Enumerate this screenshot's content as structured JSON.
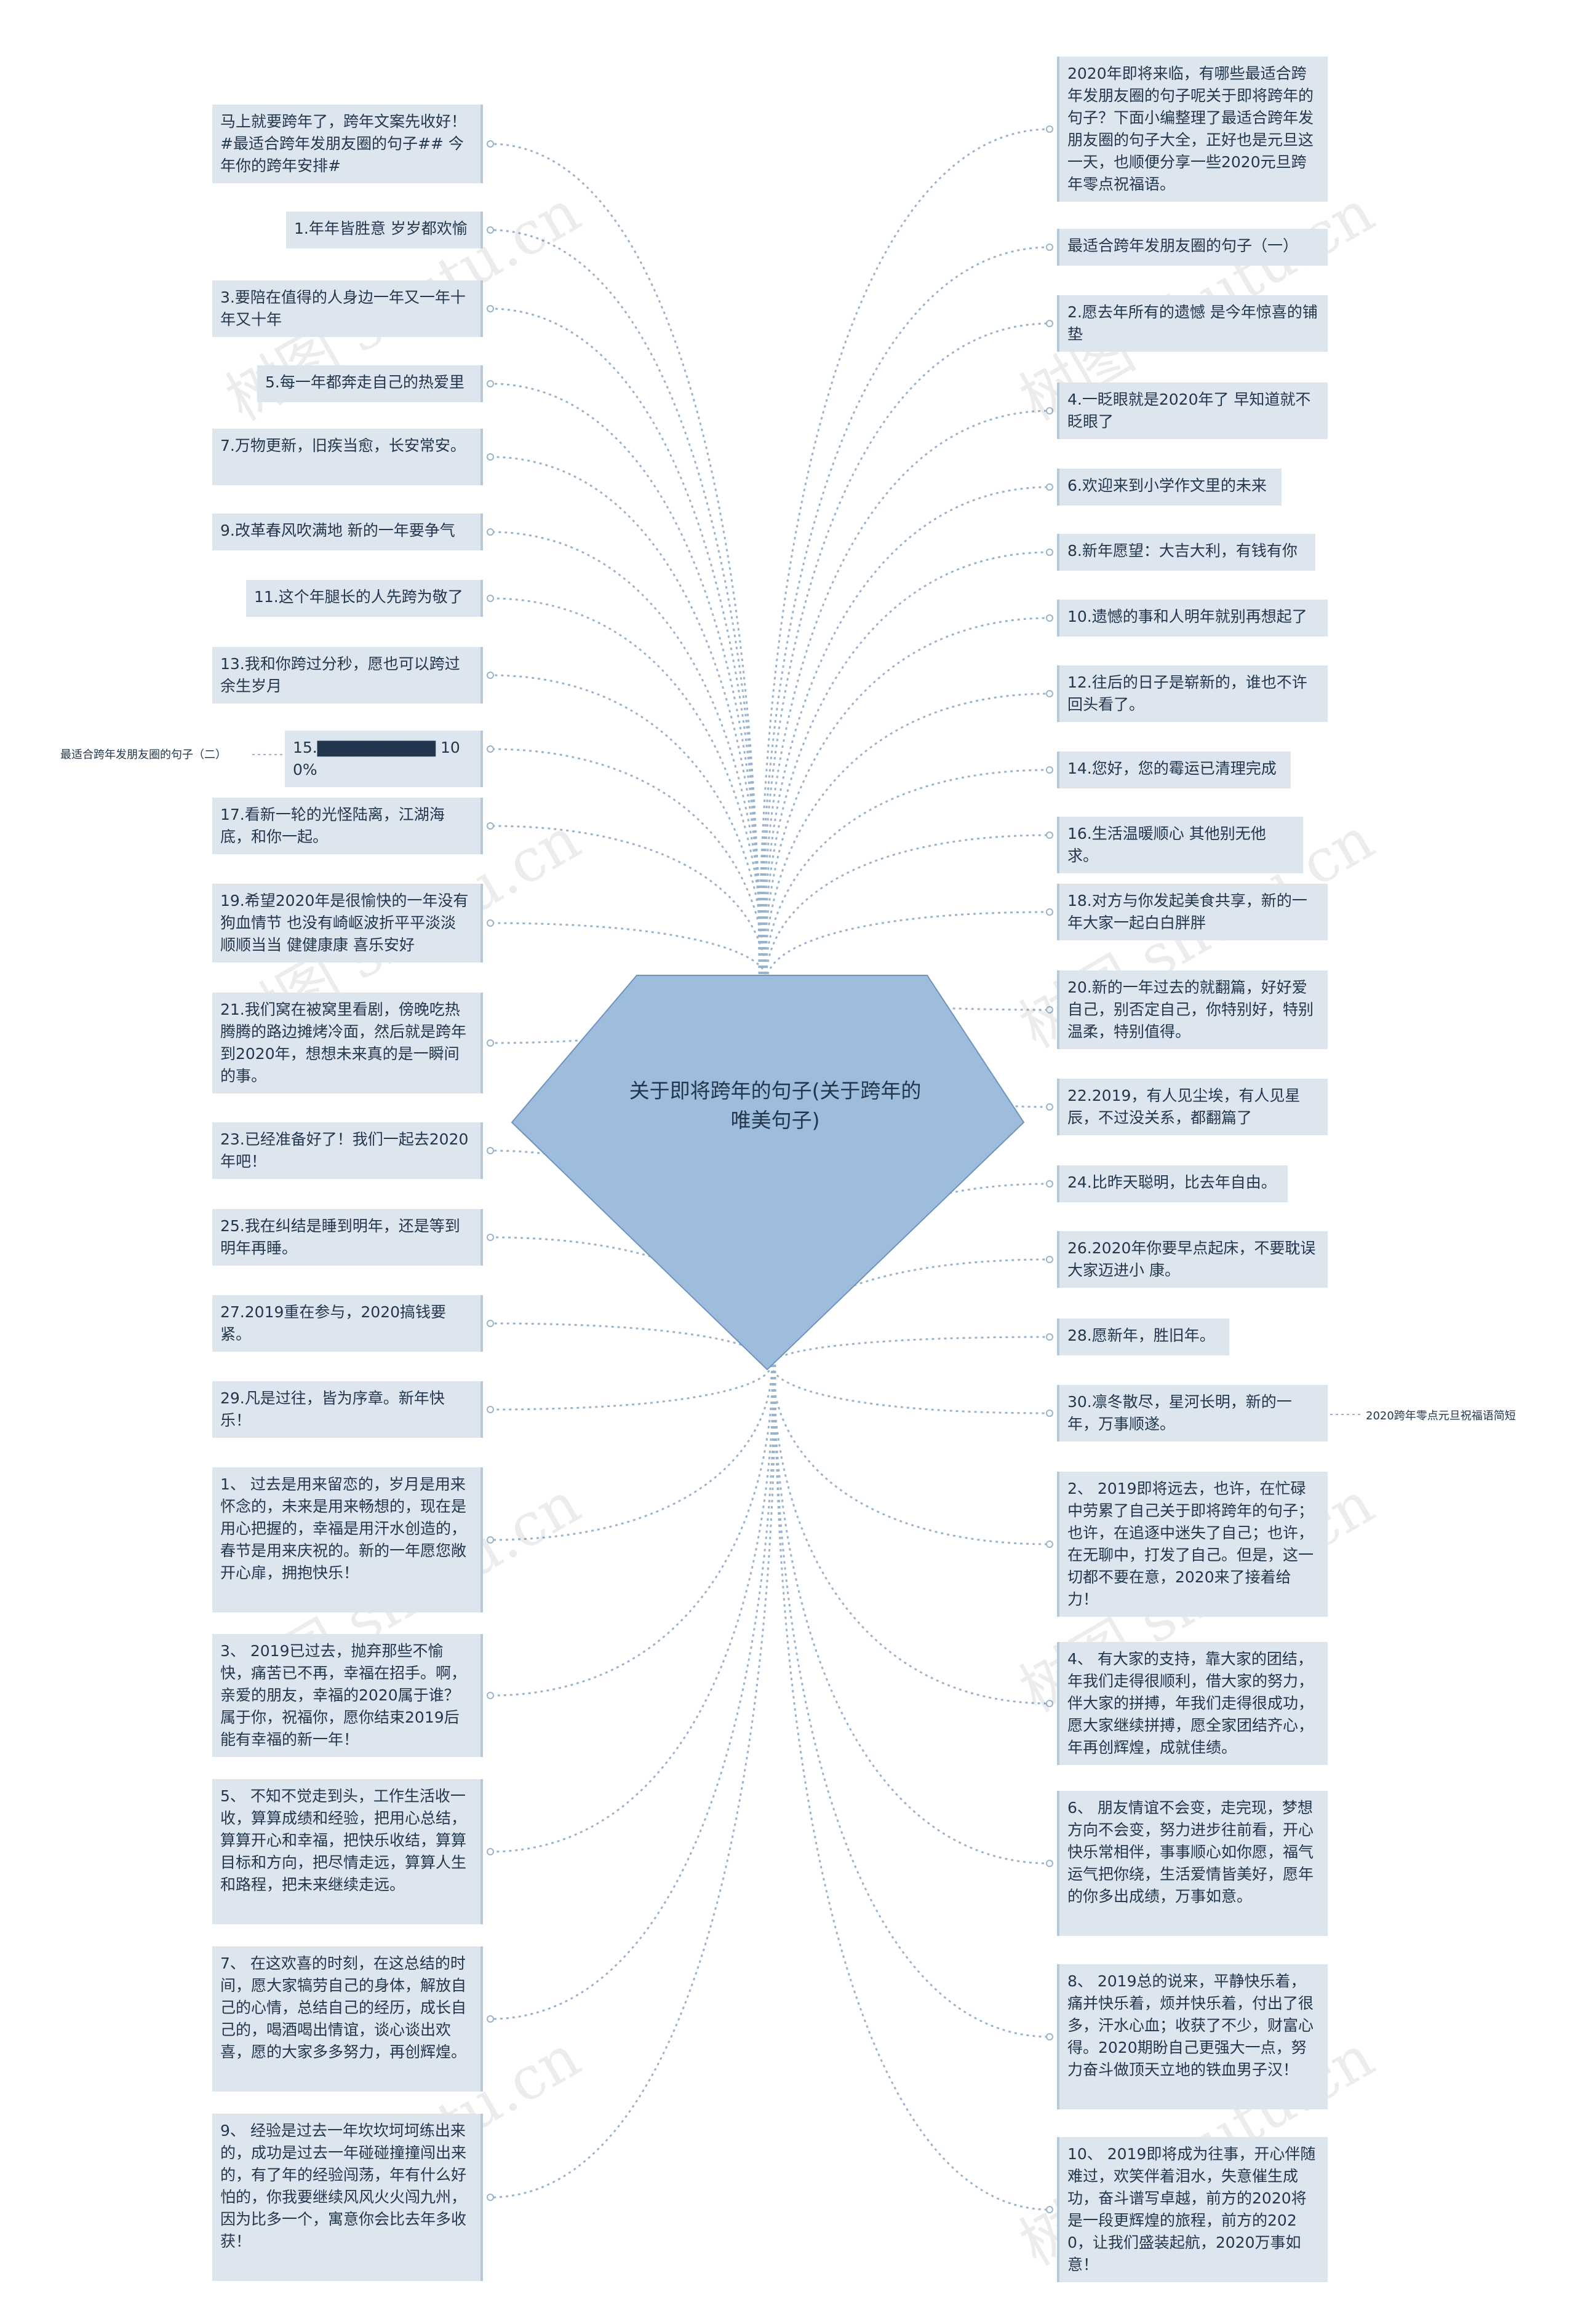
{
  "center": {
    "title": "关于即将跨年的句子(关于跨年的唯美句子)"
  },
  "watermark": "树图 shutu.cn",
  "colors": {
    "center_fill": "#9ebcdc",
    "center_stroke": "#6e94bd",
    "node_fill": "#dde6ef",
    "edge": "#9ab3cc",
    "text": "#22374d"
  },
  "left_nodes": [
    {
      "text": "马上就要跨年了，跨年文案先收好！ #最适合跨年发朋友圈的句子## 今年你的跨年安排#"
    },
    {
      "text": "1.年年皆胜意 岁岁都欢愉"
    },
    {
      "text": "3.要陪在值得的人身边一年又一年十年又十年"
    },
    {
      "text": "5.每一年都奔走自己的热爱里"
    },
    {
      "text": "7.万物更新，旧疾当愈，长安常安。"
    },
    {
      "text": "9.改革春风吹满地 新的一年要争气"
    },
    {
      "text": "11.这个年腿长的人先跨为敬了"
    },
    {
      "text": "13.我和你跨过分秒，愿也可以跨过余生岁月"
    },
    {
      "text": "15.▇▇▇▇▇▇▇▇▇▇ 100%"
    },
    {
      "text": "17.看新一轮的光怪陆离，江湖海底，和你一起。"
    },
    {
      "text": "19.希望2020年是很愉快的一年没有狗血情节 也没有崎岖波折平平淡淡 顺顺当当 健健康康 喜乐安好"
    },
    {
      "text": "21.我们窝在被窝里看剧，傍晚吃热腾腾的路边摊烤冷面，然后就是跨年到2020年，想想未来真的是一瞬间的事。"
    },
    {
      "text": "23.已经准备好了！我们一起去2020年吧！"
    },
    {
      "text": "25.我在纠结是睡到明年，还是等到明年再睡。"
    },
    {
      "text": "27.2019重在参与，2020搞钱要紧。"
    },
    {
      "text": "29.凡是过往，皆为序章。新年快乐！"
    },
    {
      "text": "1、 过去是用来留恋的，岁月是用来怀念的，未来是用来畅想的，现在是用心把握的，幸福是用汗水创造的，春节是用来庆祝的。新的一年愿您敞开心扉，拥抱快乐！"
    },
    {
      "text": "3、 2019已过去，抛弃那些不愉快，痛苦已不再，幸福在招手。啊，亲爱的朋友，幸福的2020属于谁？属于你，祝福你，愿你结束2019后能有幸福的新一年！"
    },
    {
      "text": "5、 不知不觉走到头，工作生活收一收，算算成绩和经验，把用心总结，算算开心和幸福，把快乐收结，算算目标和方向，把尽情走远，算算人生和路程，把未来继续走远。"
    },
    {
      "text": "7、 在这欢喜的时刻，在这总结的时间，愿大家犒劳自己的身体，解放自己的心情，总结自己的经历，成长自己的，喝酒喝出情谊，谈心谈出欢喜，愿的大家多多努力，再创辉煌。"
    },
    {
      "text": "9、 经验是过去一年坎坎坷坷练出来的，成功是过去一年碰碰撞撞闯出来的，有了年的经验闯荡，年有什么好怕的，你我要继续风风火火闯九州，因为比多一个，寓意你会比去年多收获！"
    }
  ],
  "right_nodes": [
    {
      "text": "2020年即将来临，有哪些最适合跨年发朋友圈的句子呢关于即将跨年的句子？下面小编整理了最适合跨年发朋友圈的句子大全，正好也是元旦这一天，也顺便分享一些2020元旦跨年零点祝福语。"
    },
    {
      "text": "最适合跨年发朋友圈的句子（一）"
    },
    {
      "text": "2.愿去年所有的遗憾 是今年惊喜的铺垫"
    },
    {
      "text": "4.一眨眼就是2020年了 早知道就不眨眼了"
    },
    {
      "text": "6.欢迎来到小学作文里的未来"
    },
    {
      "text": "8.新年愿望：大吉大利，有钱有你"
    },
    {
      "text": "10.遗憾的事和人明年就别再想起了"
    },
    {
      "text": "12.往后的日子是崭新的，谁也不许回头看了。"
    },
    {
      "text": "14.您好，您的霉运已清理完成"
    },
    {
      "text": "16.生活温暖顺心 其他别无他求。"
    },
    {
      "text": "18.对方与你发起美食共享，新的一年大家一起白白胖胖"
    },
    {
      "text": "20.新的一年过去的就翻篇，好好爱自己，别否定自己，你特别好，特别温柔，特别值得。"
    },
    {
      "text": "22.2019，有人见尘埃，有人见星辰，不过没关系，都翻篇了"
    },
    {
      "text": "24.比昨天聪明，比去年自由。"
    },
    {
      "text": "26.2020年你要早点起床，不要耽误大家迈进小 康。"
    },
    {
      "text": "28.愿新年，胜旧年。"
    },
    {
      "text": "30.凛冬散尽，星河长明，新的一年，万事顺遂。"
    },
    {
      "text": "2、 2019即将远去，也许，在忙碌中劳累了自己关于即将跨年的句子；也许，在追逐中迷失了自己；也许，在无聊中，打发了自己。但是，这一切都不要在意，2020来了接着给力！"
    },
    {
      "text": "4、 有大家的支持，靠大家的团结，年我们走得很顺利，借大家的努力，伴大家的拼搏，年我们走得很成功，愿大家继续拼搏，愿全家团结齐心，年再创辉煌，成就佳绩。"
    },
    {
      "text": "6、 朋友情谊不会变，走完现，梦想方向不会变，努力进步往前看，开心快乐常相伴，事事顺心如你愿，福气运气把你绕，生活爱情皆美好，愿年的你多出成绩，万事如意。"
    },
    {
      "text": "8、 2019总的说来，平静快乐着，痛并快乐着，烦并快乐着，付出了很多，汗水心血；收获了不少，财富心得。2020期盼自己更强大一点，努力奋斗做顶天立地的铁血男子汉！"
    },
    {
      "text": "10、 2019即将成为往事，开心伴随难过，欢笑伴着泪水，失意催生成功，奋斗谱写卓越，前方的2020将是一段更辉煌的旅程，前方的2020，让我们盛装起航，2020万事如意！"
    }
  ],
  "sub_nodes": {
    "left": "最适合跨年发朋友圈的句子（二）",
    "right": "2020跨年零点元旦祝福语简短"
  }
}
